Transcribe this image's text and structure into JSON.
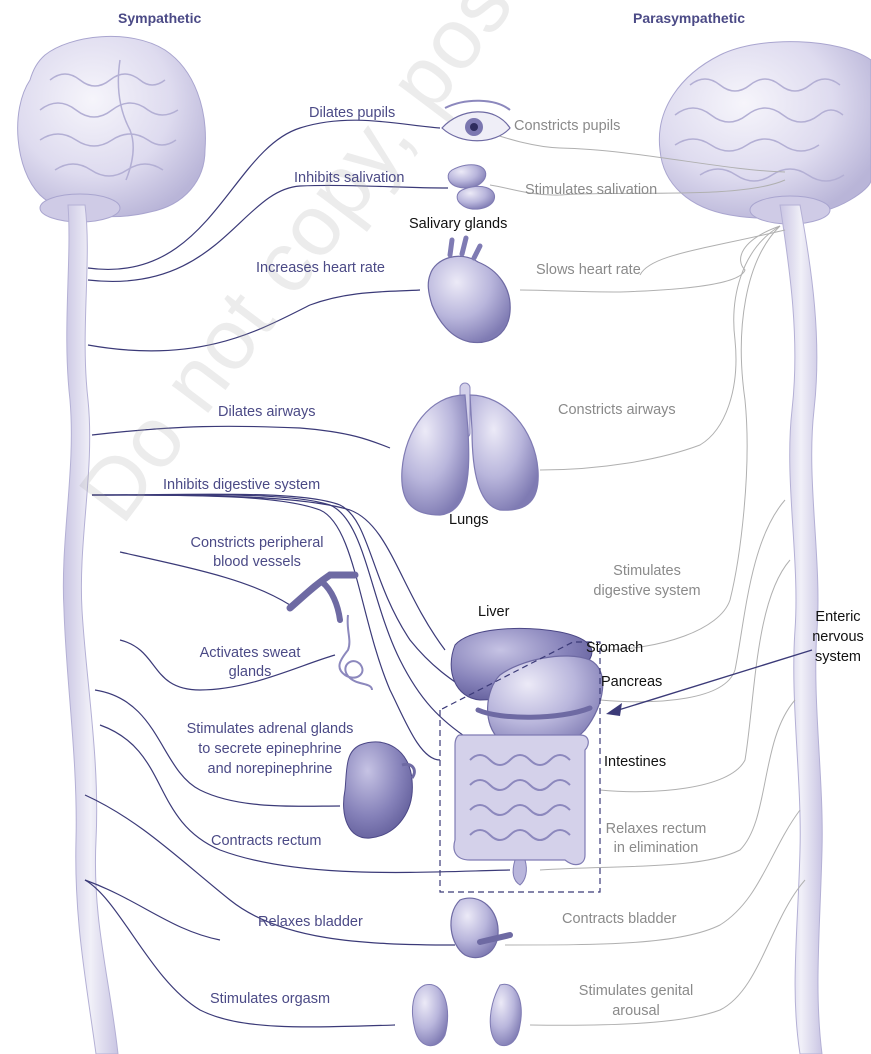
{
  "headers": {
    "sympathetic": "Sympathetic",
    "parasympathetic": "Parasympathetic"
  },
  "sympathetic": {
    "dilates_pupils": "Dilates pupils",
    "inhibits_salivation": "Inhibits salivation",
    "increases_heart_rate": "Increases heart rate",
    "dilates_airways": "Dilates airways",
    "inhibits_digestive": "Inhibits digestive system",
    "constricts_vessels_1": "Constricts peripheral",
    "constricts_vessels_2": "blood vessels",
    "activates_sweat_1": "Activates sweat",
    "activates_sweat_2": "glands",
    "adrenal_1": "Stimulates adrenal glands",
    "adrenal_2": "to secrete epinephrine",
    "adrenal_3": "and norepinephrine",
    "contracts_rectum": "Contracts rectum",
    "relaxes_bladder": "Relaxes bladder",
    "stimulates_orgasm": "Stimulates orgasm"
  },
  "parasympathetic": {
    "constricts_pupils": "Constricts pupils",
    "stimulates_salivation": "Stimulates salivation",
    "slows_heart_rate": "Slows heart rate",
    "constricts_airways": "Constricts airways",
    "stimulates_digestive_1": "Stimulates",
    "stimulates_digestive_2": "digestive system",
    "relaxes_rectum_1": "Relaxes rectum",
    "relaxes_rectum_2": "in elimination",
    "contracts_bladder": "Contracts bladder",
    "genital_1": "Stimulates genital",
    "genital_2": "arousal"
  },
  "organs": {
    "salivary_glands": "Salivary glands",
    "lungs": "Lungs",
    "liver": "Liver",
    "stomach": "Stomach",
    "pancreas": "Pancreas",
    "intestines": "Intestines"
  },
  "enteric": {
    "line1": "Enteric",
    "line2": "nervous",
    "line3": "system"
  },
  "watermark": "Do not copy, post, or distribute",
  "colors": {
    "sympathetic_nerve": "#3b3a78",
    "parasympathetic_nerve": "#b0b0b0",
    "organ_fill": "#c9c7e6",
    "organ_shade": "#8f8cc0",
    "brain_fill": "#e4e2f2",
    "cord_fill": "#dcd9ef"
  }
}
